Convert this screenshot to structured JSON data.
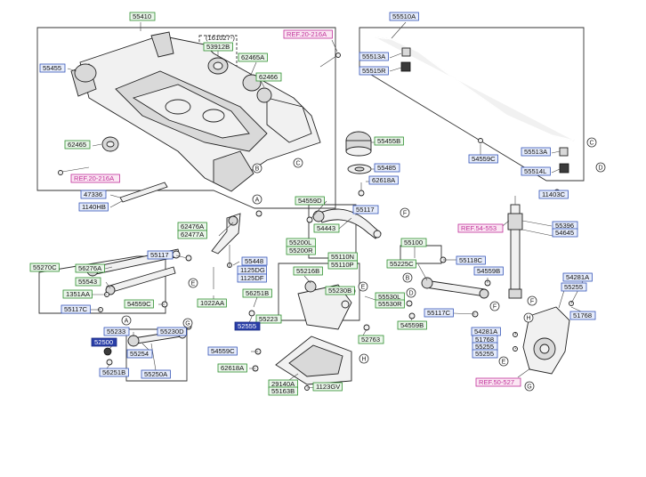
{
  "colors": {
    "green_border": "#2f8f2f",
    "blue_border": "#3555b8",
    "ref_magenta": "#c0309a",
    "solid_blue": "#2a3fa8"
  },
  "labels": [
    {
      "id": "55410",
      "text": "55410",
      "style": "green"
    },
    {
      "id": "161027",
      "text": "(161027-)",
      "style": "none"
    },
    {
      "id": "53912B",
      "text": "53912B",
      "style": "green"
    },
    {
      "id": "55455",
      "text": "55455",
      "style": "blue"
    },
    {
      "id": "62465A",
      "text": "62465A",
      "style": "green"
    },
    {
      "id": "62466",
      "text": "62466",
      "style": "green"
    },
    {
      "id": "ref20216a_top",
      "text": "REF.20-216A",
      "style": "ref"
    },
    {
      "id": "62465",
      "text": "62465",
      "style": "green"
    },
    {
      "id": "55455B",
      "text": "55455B",
      "style": "green"
    },
    {
      "id": "55485",
      "text": "55485",
      "style": "blue"
    },
    {
      "id": "62618A_top",
      "text": "62618A",
      "style": "blue"
    },
    {
      "id": "ref20216a_left",
      "text": "REF.20-216A",
      "style": "ref"
    },
    {
      "id": "47336",
      "text": "47336",
      "style": "blue"
    },
    {
      "id": "1140HB",
      "text": "1140HB",
      "style": "blue"
    },
    {
      "id": "55510A",
      "text": "55510A",
      "style": "blue"
    },
    {
      "id": "55513A_top",
      "text": "55513A",
      "style": "blue"
    },
    {
      "id": "55515R",
      "text": "55515R",
      "style": "blue"
    },
    {
      "id": "54559C_r",
      "text": "54559C",
      "style": "blue"
    },
    {
      "id": "55513A_r",
      "text": "55513A",
      "style": "blue"
    },
    {
      "id": "55514L",
      "text": "55514L",
      "style": "blue"
    },
    {
      "id": "11403C",
      "text": "11403C",
      "style": "blue"
    },
    {
      "id": "62476A",
      "text": "62476A",
      "style": "green"
    },
    {
      "id": "62477A",
      "text": "62477A",
      "style": "green"
    },
    {
      "id": "55117_a",
      "text": "55117",
      "style": "blue"
    },
    {
      "id": "55448",
      "text": "55448",
      "style": "blue"
    },
    {
      "id": "1125DG",
      "text": "1125DG",
      "style": "blue"
    },
    {
      "id": "1125DF",
      "text": "1125DF",
      "style": "blue"
    },
    {
      "id": "54559D",
      "text": "54559D",
      "style": "green"
    },
    {
      "id": "55117_b",
      "text": "55117",
      "style": "blue"
    },
    {
      "id": "54443",
      "text": "54443",
      "style": "green"
    },
    {
      "id": "55270C",
      "text": "55270C",
      "style": "green"
    },
    {
      "id": "56276A",
      "text": "56276A",
      "style": "green"
    },
    {
      "id": "55543",
      "text": "55543",
      "style": "green"
    },
    {
      "id": "1351AA",
      "text": "1351AA",
      "style": "green"
    },
    {
      "id": "55117C_a",
      "text": "55117C",
      "style": "blue"
    },
    {
      "id": "55200L",
      "text": "55200L",
      "style": "green"
    },
    {
      "id": "55200R",
      "text": "55200R",
      "style": "green"
    },
    {
      "id": "55110N",
      "text": "55110N",
      "style": "green"
    },
    {
      "id": "55110P",
      "text": "55110P",
      "style": "green"
    },
    {
      "id": "55100",
      "text": "55100",
      "style": "green"
    },
    {
      "id": "55225C",
      "text": "55225C",
      "style": "green"
    },
    {
      "id": "55118C",
      "text": "55118C",
      "style": "blue"
    },
    {
      "id": "54559B",
      "text": "54559B",
      "style": "blue"
    },
    {
      "id": "54559C_m",
      "text": "54559C",
      "style": "green"
    },
    {
      "id": "1022AA",
      "text": "1022AA",
      "style": "green"
    },
    {
      "id": "55216B",
      "text": "55216B",
      "style": "green"
    },
    {
      "id": "55230B",
      "text": "55230B",
      "style": "green"
    },
    {
      "id": "55530L",
      "text": "55530L",
      "style": "green"
    },
    {
      "id": "55530R",
      "text": "55530R",
      "style": "green"
    },
    {
      "id": "55117C_b",
      "text": "55117C",
      "style": "blue"
    },
    {
      "id": "54559B_b",
      "text": "54559B",
      "style": "green"
    },
    {
      "id": "56251B_a",
      "text": "56251B",
      "style": "green"
    },
    {
      "id": "55223",
      "text": "55223",
      "style": "green"
    },
    {
      "id": "52555",
      "text": "52555",
      "style": "solid"
    },
    {
      "id": "55233",
      "text": "55233",
      "style": "blue"
    },
    {
      "id": "55230D",
      "text": "55230D",
      "style": "blue"
    },
    {
      "id": "52500",
      "text": "52500",
      "style": "solid"
    },
    {
      "id": "55254",
      "text": "55254",
      "style": "blue"
    },
    {
      "id": "55250A",
      "text": "55250A",
      "style": "blue"
    },
    {
      "id": "56251B_b",
      "text": "56251B",
      "style": "blue"
    },
    {
      "id": "54559C_b",
      "text": "54559C",
      "style": "blue"
    },
    {
      "id": "62618A_b",
      "text": "62618A",
      "style": "green"
    },
    {
      "id": "52763",
      "text": "52763",
      "style": "green"
    },
    {
      "id": "29140A",
      "text": "29140A",
      "style": "green"
    },
    {
      "id": "55163B",
      "text": "55163B",
      "style": "green"
    },
    {
      "id": "1123GV",
      "text": "1123GV",
      "style": "green"
    },
    {
      "id": "ref54553",
      "text": "REF.54-553",
      "style": "ref"
    },
    {
      "id": "55396",
      "text": "55396",
      "style": "blue"
    },
    {
      "id": "54645",
      "text": "54645",
      "style": "blue"
    },
    {
      "id": "54281A_r",
      "text": "54281A",
      "style": "blue"
    },
    {
      "id": "55255",
      "text": "55255",
      "style": "blue"
    },
    {
      "id": "51768_r",
      "text": "51768",
      "style": "blue"
    },
    {
      "id": "54281A_b",
      "text": "54281A",
      "style": "blue"
    },
    {
      "id": "51768_b",
      "text": "51768",
      "style": "blue"
    },
    {
      "id": "55255_b",
      "text": "55255",
      "style": "blue"
    },
    {
      "id": "55255_c",
      "text": "55255",
      "style": "blue"
    },
    {
      "id": "ref50527",
      "text": "REF.50-527",
      "style": "ref"
    }
  ],
  "callouts": [
    {
      "id": "A_a",
      "letter": "A"
    },
    {
      "id": "B_a",
      "letter": "B"
    },
    {
      "id": "C_a",
      "letter": "C"
    },
    {
      "id": "C_b",
      "letter": "C"
    },
    {
      "id": "D_a",
      "letter": "D"
    },
    {
      "id": "E_a",
      "letter": "E"
    },
    {
      "id": "F_a",
      "letter": "F"
    },
    {
      "id": "G_a",
      "letter": "G"
    },
    {
      "id": "A_b",
      "letter": "A"
    },
    {
      "id": "B_b",
      "letter": "B"
    },
    {
      "id": "D_b",
      "letter": "D"
    },
    {
      "id": "E_b",
      "letter": "E"
    },
    {
      "id": "F_b",
      "letter": "F"
    },
    {
      "id": "H_a",
      "letter": "H"
    },
    {
      "id": "H_b",
      "letter": "H"
    },
    {
      "id": "E_c",
      "letter": "E"
    },
    {
      "id": "G_b",
      "letter": "G"
    },
    {
      "id": "F_c",
      "letter": "F"
    }
  ]
}
